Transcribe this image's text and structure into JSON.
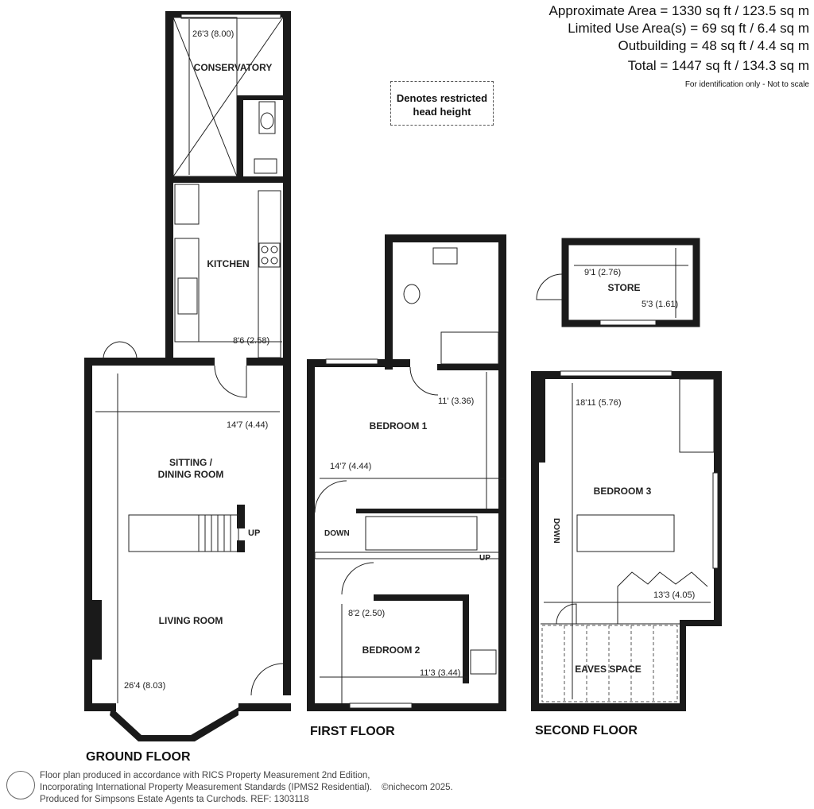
{
  "areas": {
    "approximate": "Approximate Area = 1330 sq ft / 123.5 sq m",
    "limited_use": "Limited Use Area(s) = 69 sq ft / 6.4 sq m",
    "outbuilding": "Outbuilding = 48 sq ft / 4.4 sq m",
    "total": "Total = 1447 sq ft / 134.3 sq m",
    "note": "For identification only - Not to scale"
  },
  "legend": {
    "line1": "Denotes restricted",
    "line2": "head height"
  },
  "floors": {
    "ground": {
      "label": "GROUND FLOOR",
      "rooms": [
        "CONSERVATORY",
        "KITCHEN",
        "SITTING /",
        "DINING ROOM",
        "LIVING ROOM"
      ],
      "dimensions": [
        "26'3 (8.00)",
        "8'6 (2.58)",
        "14'7 (4.44)",
        "26'4 (8.03)"
      ],
      "stair_label": "UP"
    },
    "first": {
      "label": "FIRST FLOOR",
      "rooms": [
        "BEDROOM 1",
        "BEDROOM 2"
      ],
      "dimensions": [
        "11' (3.36)",
        "14'7 (4.44)",
        "8'2 (2.50)",
        "11'3 (3.44)"
      ],
      "stair_labels": [
        "DOWN",
        "UP"
      ]
    },
    "store": {
      "room": "STORE",
      "dimensions": [
        "9'1 (2.76)",
        "5'3 (1.61)"
      ]
    },
    "second": {
      "label": "SECOND FLOOR",
      "rooms": [
        "BEDROOM 3",
        "EAVES SPACE"
      ],
      "dimensions": [
        "18'11 (5.76)",
        "13'3 (4.05)"
      ],
      "stair_label": "DOWN"
    }
  },
  "footer": {
    "line1": "Floor plan produced in accordance with RICS Property Measurement 2nd Edition,",
    "line2": "Incorporating International Property Measurement Standards (IPMS2 Residential).",
    "copyright": "©nichecom 2025.",
    "line3": "Produced for Simpsons Estate Agents ta Curchods.   REF: 1303118"
  }
}
